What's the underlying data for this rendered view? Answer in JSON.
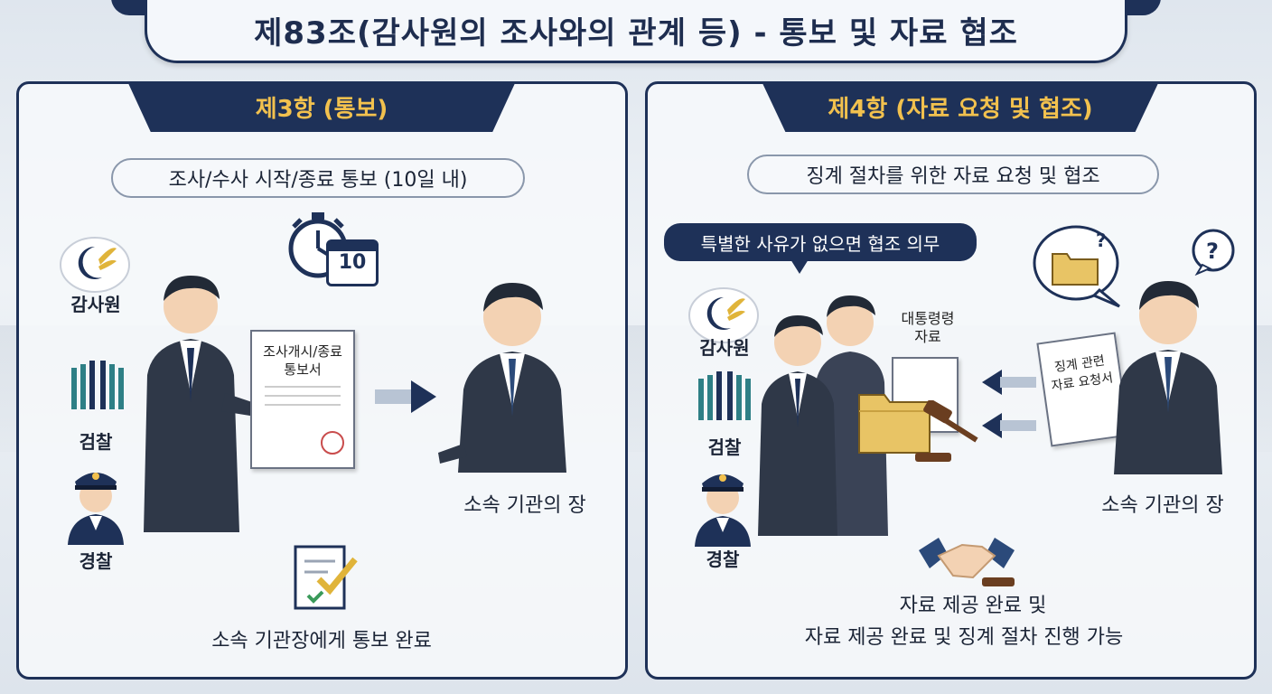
{
  "title": "제83조(감사원의 조사와의 관계 등) - 통보 및 자료 협조",
  "left_panel": {
    "heading": "제3항 (통보)",
    "subtitle": "조사/수사 시작/종료 통보 (10일 내)",
    "orgs": [
      "감사원",
      "검찰",
      "경찰"
    ],
    "calendar_day": "10",
    "document_label": "조사개시/종료\n통보서",
    "recipient_label": "소속 기관의 장",
    "result_label": "소속 기관장에게 통보 완료"
  },
  "right_panel": {
    "heading": "제4항 (자료 요청 및 협조)",
    "subtitle": "징계 절차를 위한 자료 요청 및 협조",
    "speech_bubble": "특별한 사유가 없으면 협조 의무",
    "orgs": [
      "감사원",
      "검찰",
      "경찰"
    ],
    "folder_label": "대통령령\n자료",
    "document_label": "징계 관련\n자료 요청서",
    "recipient_label": "소속 기관의 장",
    "result_line1": "자료 제공 완료 및",
    "result_line2": "자료 제공 완료 및 징계 절차 진행 가능"
  },
  "colors": {
    "navy": "#1e3158",
    "gold": "#f2c14e",
    "teal": "#2e7f86"
  }
}
